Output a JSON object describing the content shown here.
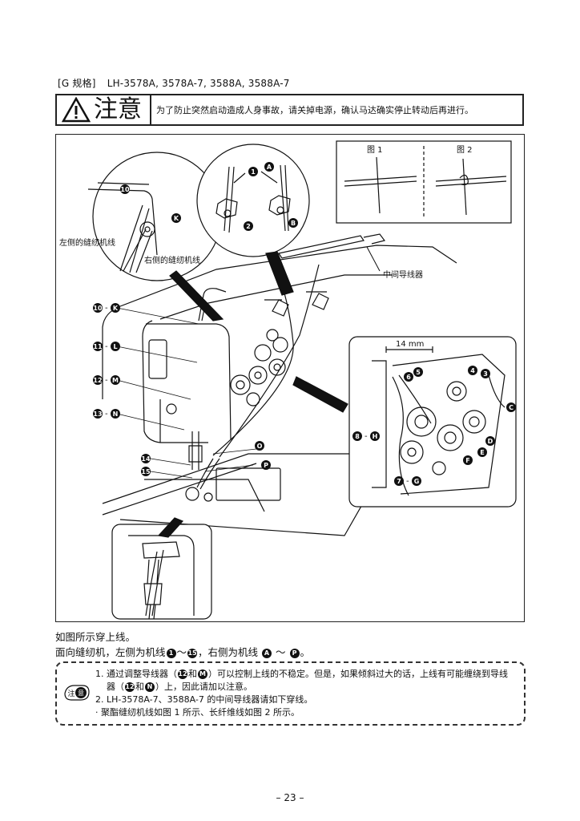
{
  "spec": {
    "tag": "[G 规格]",
    "models": "LH-3578A, 3578A-7, 3588A, 3588A-7"
  },
  "caution": {
    "word": "注意",
    "text": "为了防止突然启动造成人身事故，请关掉电源，确认马达确实停止转动后再进行。"
  },
  "figure": {
    "fig1_label": "图 1",
    "fig2_label": "图 2",
    "left_thread": "左侧的缝纫机线",
    "right_thread": "右侧的缝纫机线",
    "middle_guide": "中间导线器",
    "dimension": "14 mm",
    "badges": {
      "n1": "1",
      "n2": "2",
      "n3": "3",
      "n4": "4",
      "n5": "5",
      "n6": "6",
      "n7": "7",
      "n8": "8",
      "n10": "10",
      "n11": "11",
      "n12": "12",
      "n13": "13",
      "n14": "14",
      "n15": "15",
      "A": "A",
      "B": "B",
      "C": "C",
      "D": "D",
      "E": "E",
      "F": "F",
      "G": "G",
      "H": "H",
      "K": "K",
      "L": "L",
      "M": "M",
      "N": "N",
      "O": "O",
      "P": "P"
    },
    "dash": "-"
  },
  "instructions": {
    "line1": "如图所示穿上线。",
    "line2_a": "面向缝纫机，左侧为机线",
    "line2_start": "1",
    "line2_range": "～",
    "line2_end": "15",
    "line2_b": "，右侧为机线",
    "line2_c": "A",
    "line2_tilde": "～",
    "line2_d": "P",
    "line2_end_punct": "。"
  },
  "note": {
    "icon_text_a": "注",
    "icon_text_b": "意",
    "item1_a": "1. 通过调整导线器（",
    "item1_b1": "12",
    "item1_and": "和",
    "item1_b2": "M",
    "item1_c": "）可以控制上线的不稳定。但是，如果倾斜过大的话，上线有可能缠绕到导线",
    "item1_line2_a": "器（",
    "item1_line2_b1": "12",
    "item1_line2_and": "和",
    "item1_line2_b2": "N",
    "item1_line2_c": "）上，因此请加以注意。",
    "item2": "2. LH-3578A-7、3588A-7 的中间导线器请如下穿线。",
    "item3": "· 聚酯缝纫机线如图 1 所示、长纤维线如图 2 所示。"
  },
  "page_number": "– 23 –"
}
